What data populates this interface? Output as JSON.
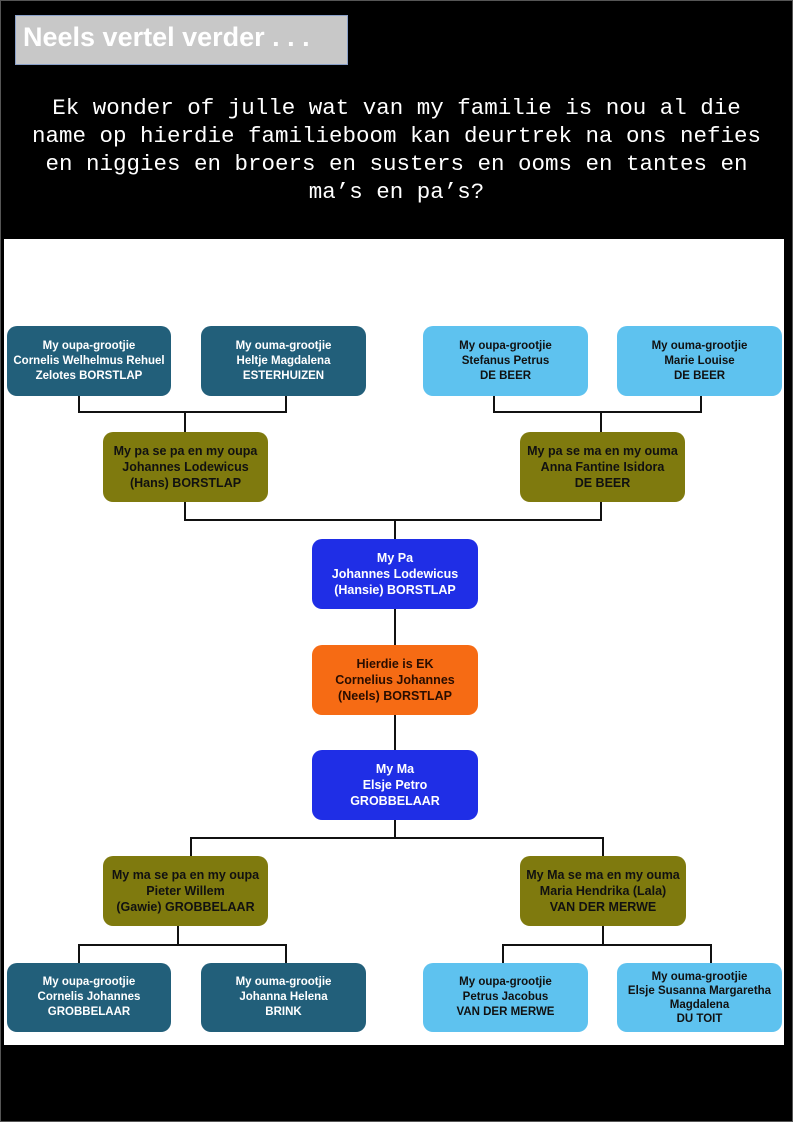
{
  "header": {
    "title": "Neels vertel verder . . .",
    "intro_lines": [
      "Ek wonder of julle wat van my familie is nou al die",
      "name op hierdie familieboom kan deurtrek na ons nefies",
      "en niggies en broers en susters en ooms en tantes en",
      "ma’s en pa’s?"
    ]
  },
  "colors": {
    "great_grandparent_paternal": "#225f7a",
    "great_grandparent_maternal_side": "#5ec2ef",
    "grandparent": "#7f7a0e",
    "parent": "#1f2ee6",
    "self": "#f66b14"
  },
  "tree": {
    "ggp_top_1": [
      "My oupa-grootjie",
      "Cornelis Welhelmus Rehuel",
      "Zelotes BORSTLAP"
    ],
    "ggp_top_2": [
      "My ouma-grootjie",
      "Heltje Magdalena",
      "ESTERHUIZEN"
    ],
    "ggp_top_3": [
      "My oupa-grootjie",
      "Stefanus Petrus",
      "DE BEER"
    ],
    "ggp_top_4": [
      "My ouma-grootjie",
      "Marie Louise",
      "DE BEER"
    ],
    "gp_top_left": [
      "My pa se pa en my oupa",
      "Johannes Lodewicus",
      "(Hans) BORSTLAP"
    ],
    "gp_top_right": [
      "My pa se ma en my ouma",
      "Anna Fantine Isidora",
      "DE BEER"
    ],
    "father": [
      "My Pa",
      "Johannes Lodewicus",
      "(Hansie) BORSTLAP"
    ],
    "self": [
      "Hierdie is EK",
      "Cornelius Johannes",
      "(Neels) BORSTLAP"
    ],
    "mother": [
      "My Ma",
      "Elsje Petro",
      "GROBBELAAR"
    ],
    "gp_bottom_left": [
      "My ma se pa en my oupa",
      "Pieter Willem",
      "(Gawie) GROBBELAAR"
    ],
    "gp_bottom_right": [
      "My Ma se ma en my ouma",
      "Maria Hendrika (Lala)",
      "VAN DER MERWE"
    ],
    "ggp_bottom_1": [
      "My oupa-grootjie",
      "Cornelis Johannes",
      "GROBBELAAR"
    ],
    "ggp_bottom_2": [
      "My ouma-grootjie",
      "Johanna Helena",
      "BRINK"
    ],
    "ggp_bottom_3": [
      "My oupa-grootjie",
      "Petrus Jacobus",
      "VAN DER MERWE"
    ],
    "ggp_bottom_4": [
      "My ouma-grootjie",
      "Elsje Susanna Margaretha",
      "Magdalena",
      "DU TOIT"
    ]
  }
}
